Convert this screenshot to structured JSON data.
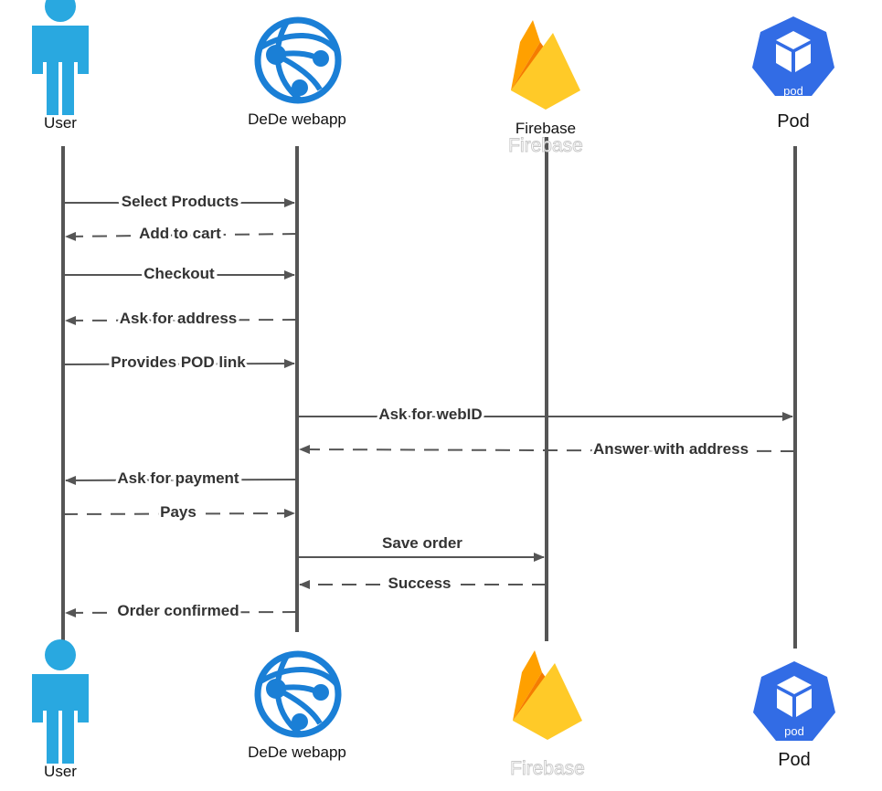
{
  "actors": {
    "user": {
      "label": "User"
    },
    "webapp": {
      "label": "DeDe webapp"
    },
    "firebase": {
      "label": "Firebase",
      "ghost_label": "Firebase"
    },
    "pod": {
      "label": "Pod",
      "badge": "pod"
    }
  },
  "messages": [
    {
      "label": "Select Products",
      "from": "User",
      "to": "DeDe webapp",
      "style": "solid"
    },
    {
      "label": "Add to cart",
      "from": "DeDe webapp",
      "to": "User",
      "style": "dashed"
    },
    {
      "label": "Checkout",
      "from": "User",
      "to": "DeDe webapp",
      "style": "solid"
    },
    {
      "label": "Ask for address",
      "from": "DeDe webapp",
      "to": "User",
      "style": "dashed"
    },
    {
      "label": "Provides POD link",
      "from": "User",
      "to": "DeDe webapp",
      "style": "solid"
    },
    {
      "label": "Ask for webID",
      "from": "DeDe webapp",
      "to": "Pod",
      "style": "solid"
    },
    {
      "label": "Answer with address",
      "from": "Pod",
      "to": "DeDe webapp",
      "style": "dashed"
    },
    {
      "label": "Ask for payment",
      "from": "DeDe webapp",
      "to": "User",
      "style": "solid"
    },
    {
      "label": "Pays",
      "from": "User",
      "to": "DeDe webapp",
      "style": "dashed"
    },
    {
      "label": "Save order",
      "from": "DeDe webapp",
      "to": "Firebase",
      "style": "solid"
    },
    {
      "label": "Success",
      "from": "Firebase",
      "to": "DeDe webapp",
      "style": "dashed"
    },
    {
      "label": "Order confirmed",
      "from": "DeDe webapp",
      "to": "User",
      "style": "dashed"
    }
  ],
  "colors": {
    "user_icon": "#29a8e0",
    "webapp_icon": "#1a7fd6",
    "pod_icon": "#326ce5",
    "firebase_light": "#ffca28",
    "firebase_mid": "#ffa000",
    "firebase_dark": "#f57c00",
    "lifeline": "#555555",
    "arrow": "#555555"
  }
}
